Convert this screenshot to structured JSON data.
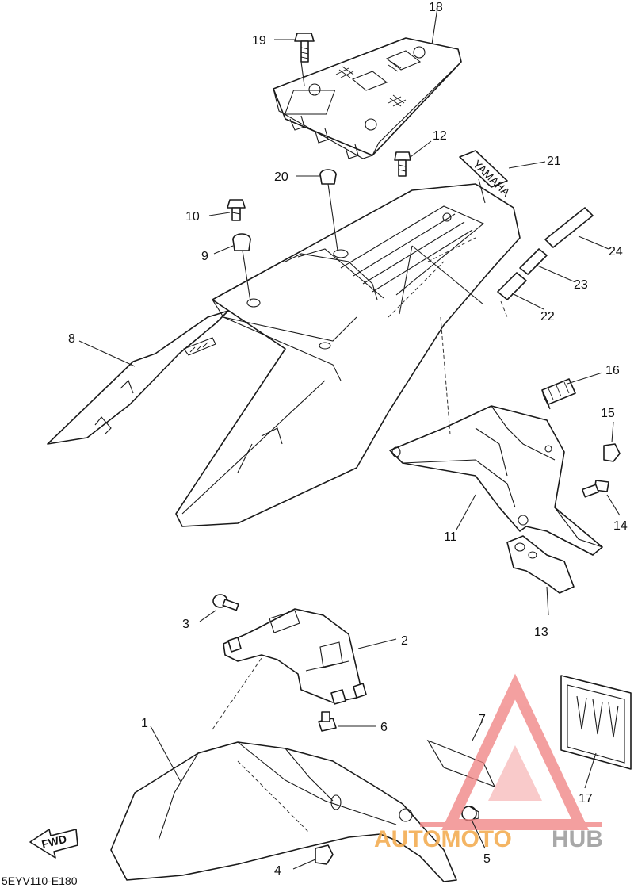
{
  "diagram": {
    "code": "5EYV110-E180",
    "fwd_label": "FWD",
    "decal_text": "YAMAHA",
    "parts": [
      {
        "num": "1"
      },
      {
        "num": "2"
      },
      {
        "num": "3"
      },
      {
        "num": "4"
      },
      {
        "num": "5"
      },
      {
        "num": "6"
      },
      {
        "num": "7"
      },
      {
        "num": "8"
      },
      {
        "num": "9"
      },
      {
        "num": "10"
      },
      {
        "num": "11"
      },
      {
        "num": "12"
      },
      {
        "num": "13"
      },
      {
        "num": "14"
      },
      {
        "num": "15"
      },
      {
        "num": "16"
      },
      {
        "num": "17"
      },
      {
        "num": "18"
      },
      {
        "num": "19"
      },
      {
        "num": "20"
      },
      {
        "num": "21"
      },
      {
        "num": "22"
      },
      {
        "num": "23"
      },
      {
        "num": "24"
      }
    ]
  },
  "watermark": {
    "part1": "AUTOMOTO",
    "part2": "HUB",
    "color1": "#f3a94a",
    "color2": "#9a9a9a",
    "logo_color": "#f08080"
  }
}
